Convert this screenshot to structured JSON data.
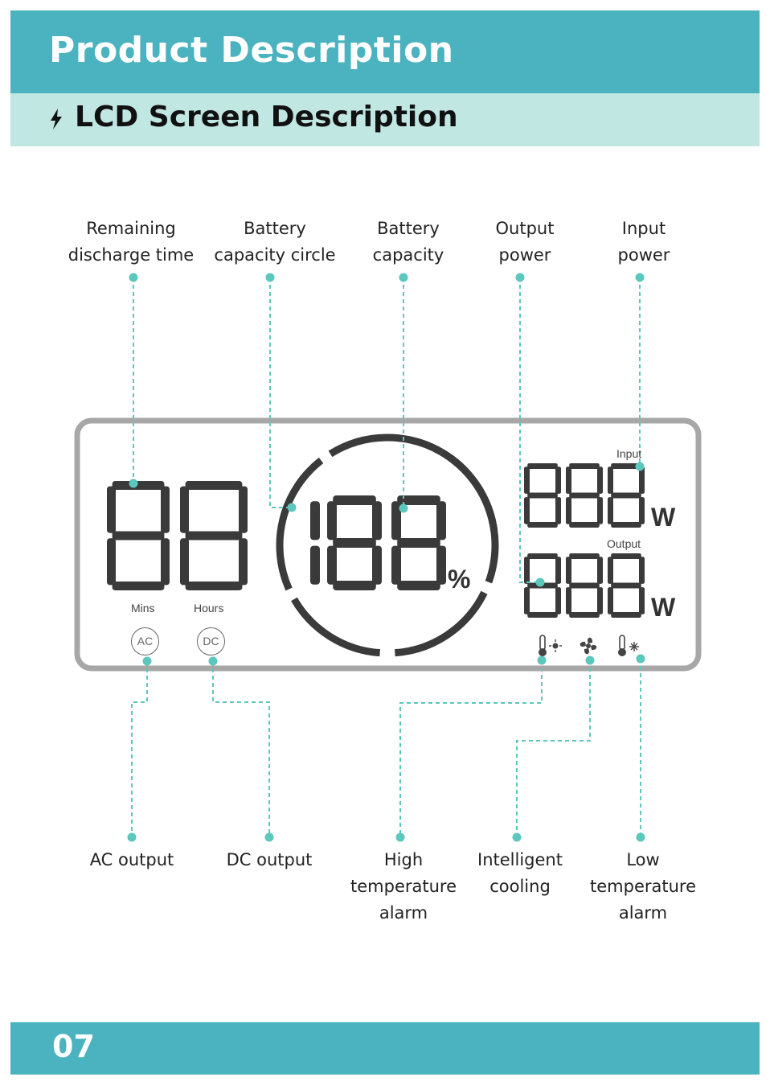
{
  "header": {
    "title": "Product Description"
  },
  "subheader": {
    "icon": "lightning-icon",
    "title": "LCD Screen Description"
  },
  "top_labels": [
    {
      "id": "remaining-discharge-time",
      "text": "Remaining\ndischarge time"
    },
    {
      "id": "battery-capacity-circle",
      "text": "Battery\ncapacity circle"
    },
    {
      "id": "battery-capacity",
      "text": "Battery\ncapacity"
    },
    {
      "id": "output-power",
      "text": "Output\npower"
    },
    {
      "id": "input-power",
      "text": "Input\npower"
    }
  ],
  "bottom_labels": [
    {
      "id": "ac-output",
      "text": "AC output"
    },
    {
      "id": "dc-output",
      "text": "DC output"
    },
    {
      "id": "high-temperature-alarm",
      "text": "High\ntemperature\nalarm"
    },
    {
      "id": "intelligent-cooling",
      "text": "Intelligent\ncooling"
    },
    {
      "id": "low-temperature-alarm",
      "text": "Low\ntemperature\nalarm"
    }
  ],
  "lcd": {
    "time_digits": "88",
    "battery_digits": "188",
    "input_digits": "888",
    "output_digits": "888",
    "mins_label": "Mins",
    "hours_label": "Hours",
    "input_label": "Input",
    "output_label": "Output",
    "power_unit": "W",
    "percent_unit": "%",
    "ac_badge": "AC",
    "dc_badge": "DC",
    "icons": [
      "thermometer-sun-icon",
      "fan-icon",
      "thermometer-snowflake-icon"
    ]
  },
  "footer": {
    "page_number": "07"
  },
  "colors": {
    "header": "#4ab3bf",
    "subheader": "#c1e7e3",
    "callout": "#5cc7bd",
    "segment": "#3a3a3a"
  }
}
